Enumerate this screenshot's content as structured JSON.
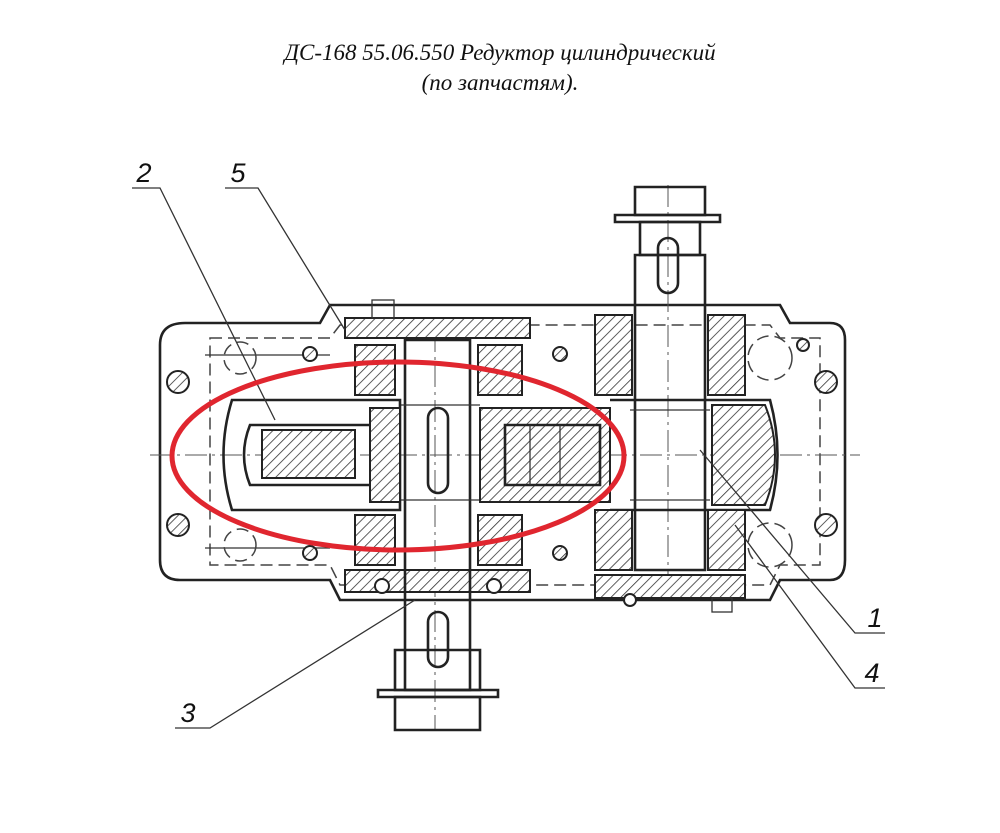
{
  "title": {
    "line1": "ДС-168 55.06.550 Редуктор цилиндрический",
    "line2": "(по запчастям)."
  },
  "callouts": [
    {
      "id": "2",
      "text": "2"
    },
    {
      "id": "5",
      "text": "5"
    },
    {
      "id": "3",
      "text": "3"
    },
    {
      "id": "1",
      "text": "1"
    },
    {
      "id": "4",
      "text": "4"
    }
  ],
  "highlight_color": "#e0262f"
}
